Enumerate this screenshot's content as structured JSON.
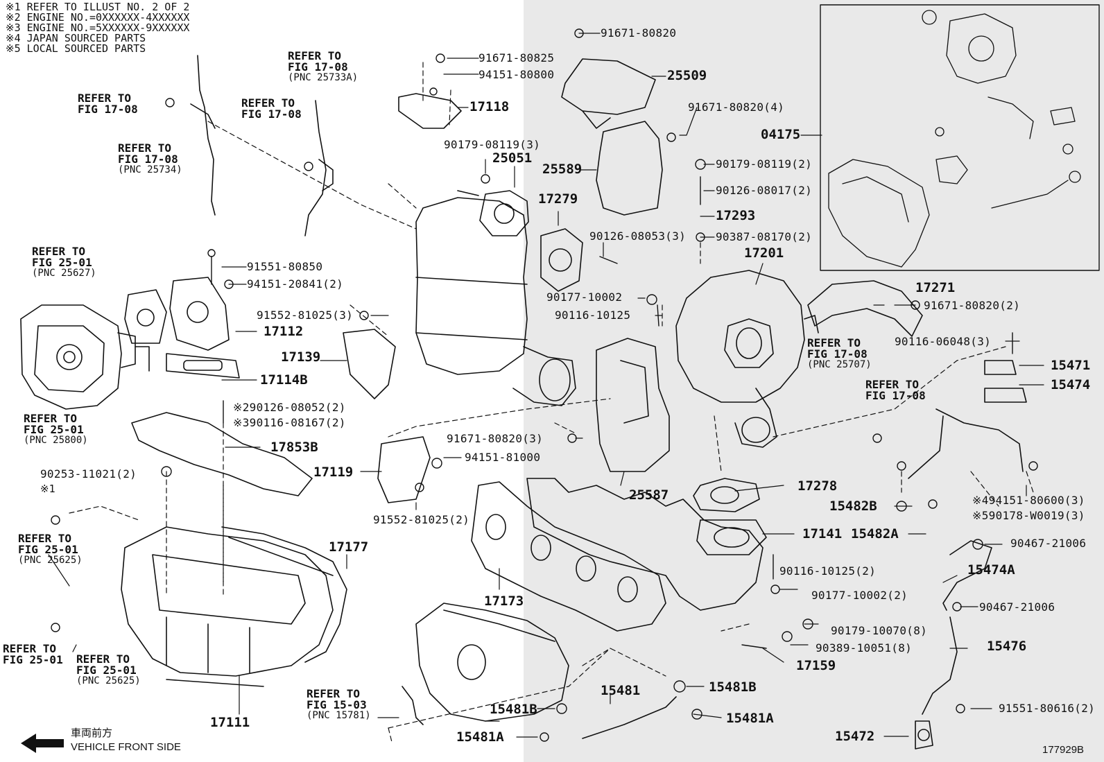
{
  "notes": [
    "※1 REFER TO ILLUST NO. 2 OF 2",
    "※2 ENGINE NO.=0XXXXXX-4XXXXXX",
    "※3 ENGINE NO.=5XXXXXX-9XXXXXX",
    "※4 JAPAN SOURCED PARTS",
    "※5 LOCAL SOURCED PARTS"
  ],
  "references": {
    "r1": [
      "REFER TO",
      "FIG 17-08"
    ],
    "r2": [
      "REFER TO",
      "FIG 17-08",
      "(PNC 25734)"
    ],
    "r3": [
      "REFER TO",
      "FIG 17-08"
    ],
    "r4": [
      "REFER TO",
      "FIG 17-08",
      "(PNC 25733A)"
    ],
    "r5": [
      "REFER TO",
      "FIG 25-01",
      "(PNC 25627)"
    ],
    "r6": [
      "REFER TO",
      "FIG 25-01",
      "(PNC 25800)"
    ],
    "r7": [
      "REFER TO",
      "FIG 25-01",
      "(PNC 25625)"
    ],
    "r8": [
      "REFER TO",
      "FIG 25-01"
    ],
    "r9": [
      "REFER TO",
      "FIG 25-01",
      "(PNC 25625)"
    ],
    "r10": [
      "REFER TO",
      "FIG 15-03",
      "(PNC 15781)"
    ],
    "r11": [
      "REFER TO",
      "FIG 17-08",
      "(PNC 25707)"
    ],
    "r12": [
      "REFER TO",
      "FIG 17-08"
    ]
  },
  "parts": {
    "p91671_80825": "91671-80825",
    "p94151_80800": "94151-80800",
    "p17118": "17118",
    "p91671_80820_top": "91671-80820",
    "p25509": "25509",
    "p91671_80820_4": "91671-80820(4)",
    "p04175": "04175",
    "p90179_08119_3": "90179-08119(3)",
    "p25051": "25051",
    "p25589": "25589",
    "p90179_08119_2": "90179-08119(2)",
    "p90126_08017_2": "90126-08017(2)",
    "p17279": "17279",
    "p17293": "17293",
    "p90126_08053_3": "90126-08053(3)",
    "p90387_08170_2": "90387-08170(2)",
    "p17201": "17201",
    "p91551_80850": "91551-80850",
    "p94151_20841_2": "94151-20841(2)",
    "p91552_81025_3": "91552-81025(3)",
    "p17112": "17112",
    "p17139": "17139",
    "p17114B": "17114B",
    "p90177_10002": "90177-10002",
    "p90116_10125": "90116-10125",
    "p17271": "17271",
    "p91671_80820_2": "91671-80820(2)",
    "p90116_06048_3": "90116-06048(3)",
    "p15471": "15471",
    "p15474": "15474",
    "p90126_08052_2": "※290126-08052(2)",
    "p90116_08167_2": "※390116-08167(2)",
    "p91671_80820_3": "91671-80820(3)",
    "p17853B": "17853B",
    "p17119": "17119",
    "p94151_81000": "94151-81000",
    "p90253_11021_2": "90253-11021(2)",
    "note_star1": "※1",
    "p25587": "25587",
    "p17278": "17278",
    "p15482B": "15482B",
    "p94151_80600_3": "※494151-80600(3)",
    "p90178_W0019_3": "※590178-W0019(3)",
    "p91552_81025_2": "91552-81025(2)",
    "p17141": "17141",
    "p15482A": "15482A",
    "p90467_21006_a": "90467-21006",
    "p17177": "17177",
    "p15474A": "15474A",
    "p90116_10125_2": "90116-10125(2)",
    "p17173": "17173",
    "p90177_10002_2": "90177-10002(2)",
    "p90467_21006_b": "90467-21006",
    "p90179_10070_8": "90179-10070(8)",
    "p90389_10051_8": "90389-10051(8)",
    "p15476": "15476",
    "p17159": "17159",
    "p15481B_a": "15481B",
    "p15481": "15481",
    "p15481B_b": "15481B",
    "p15481A_a": "15481A",
    "p91551_80616_2": "91551-80616(2)",
    "p17111": "17111",
    "p15481A_b": "15481A",
    "p15472": "15472"
  },
  "footer": {
    "direction_jp": "車両前方",
    "direction_en": "VEHICLE FRONT SIDE",
    "figure_code": "177929B"
  }
}
